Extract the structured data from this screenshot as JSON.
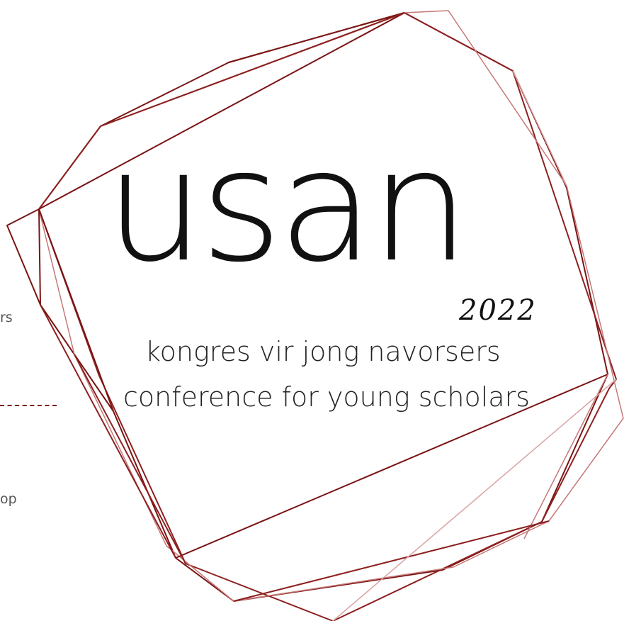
{
  "side": {
    "text_1": "rs",
    "text_2": "op"
  },
  "logo": {
    "title": "usan",
    "year": "2022",
    "line_afrikaans": "kongres vir jong navorsers",
    "line_english": "conference for young scholars"
  },
  "colors": {
    "frame_dark": "#7a1414",
    "frame_light": "#d9a3a3",
    "text": "#111111",
    "side_text": "#555555"
  }
}
